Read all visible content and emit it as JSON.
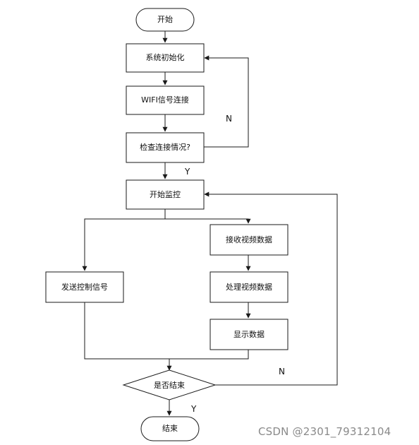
{
  "nodes": {
    "start": "开始",
    "init": "系统初始化",
    "wifi": "WIFI信号连接",
    "check": "检查连接情况?",
    "monitor": "开始监控",
    "receive": "接收视频数据",
    "send": "发送控制信号",
    "process": "处理视频数据",
    "display": "显示数据",
    "decision": "是否结束",
    "end": "结束"
  },
  "edges": {
    "check_no": "N",
    "check_yes": "Y",
    "end_no": "N",
    "end_yes": "Y"
  },
  "watermark": "CSDN @2301_79312104",
  "colors": {
    "line": "#1a1a1a",
    "watermark": "#8a8a8a"
  }
}
